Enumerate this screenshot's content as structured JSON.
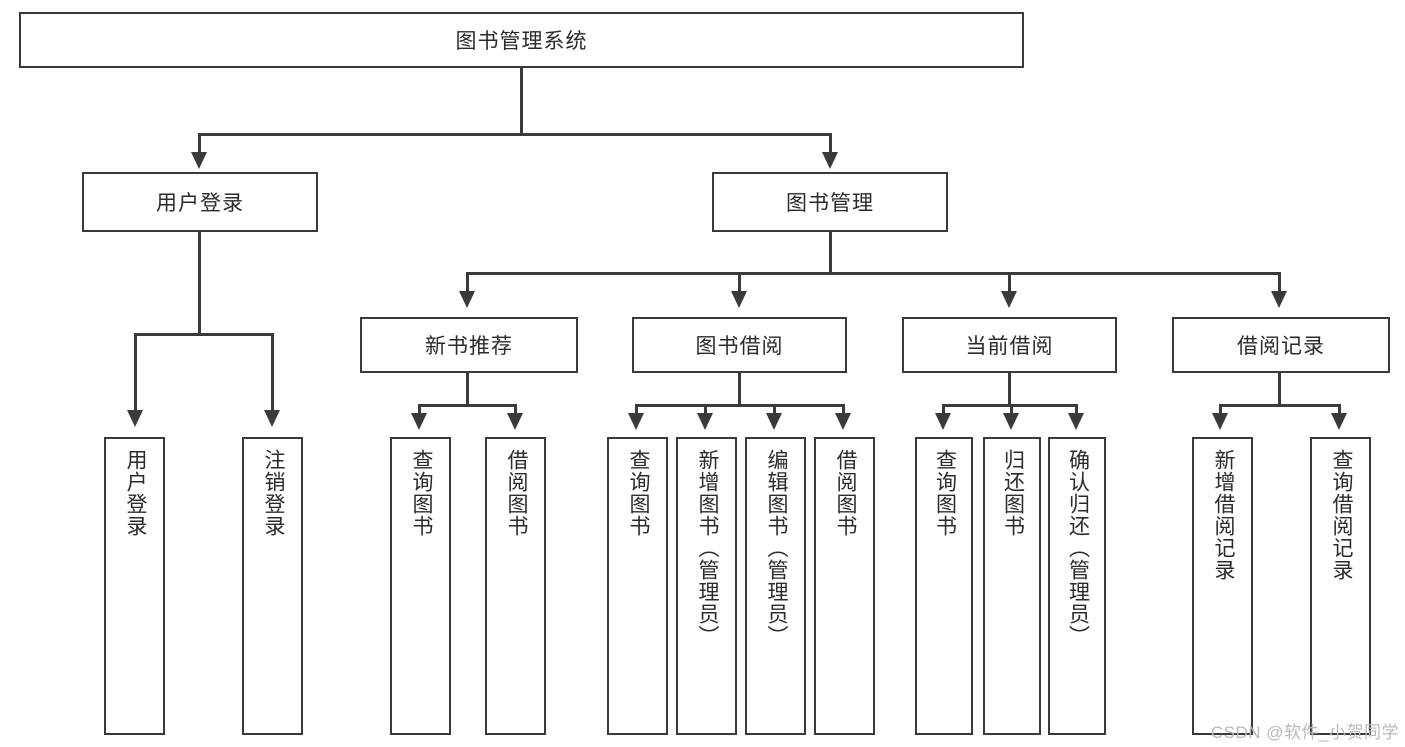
{
  "diagram": {
    "title": "图书管理系统",
    "watermark": "CSDN @软件_小贺同学",
    "colors": {
      "stroke": "#3a3a3a",
      "text": "#2b2b2b",
      "background": "#ffffff",
      "watermark": "#b9b9b9"
    },
    "root": {
      "label": "图书管理系统"
    },
    "level2": [
      {
        "label": "用户登录"
      },
      {
        "label": "图书管理"
      }
    ],
    "level3": [
      {
        "label": "新书推荐"
      },
      {
        "label": "图书借阅"
      },
      {
        "label": "当前借阅"
      },
      {
        "label": "借阅记录"
      }
    ],
    "leaves": {
      "user_login": [
        {
          "label": "用户登录"
        },
        {
          "label": "注销登录"
        }
      ],
      "new_book": [
        {
          "label": "查询图书"
        },
        {
          "label": "借阅图书"
        }
      ],
      "borrow_book": [
        {
          "label": "查询图书"
        },
        {
          "label": "新增图书（管理员）"
        },
        {
          "label": "编辑图书（管理员）"
        },
        {
          "label": "借阅图书"
        }
      ],
      "current_borrow": [
        {
          "label": "查询图书"
        },
        {
          "label": "归还图书"
        },
        {
          "label": "确认归还（管理员）"
        }
      ],
      "borrow_record": [
        {
          "label": "新增借阅记录"
        },
        {
          "label": "查询借阅记录"
        }
      ]
    }
  }
}
